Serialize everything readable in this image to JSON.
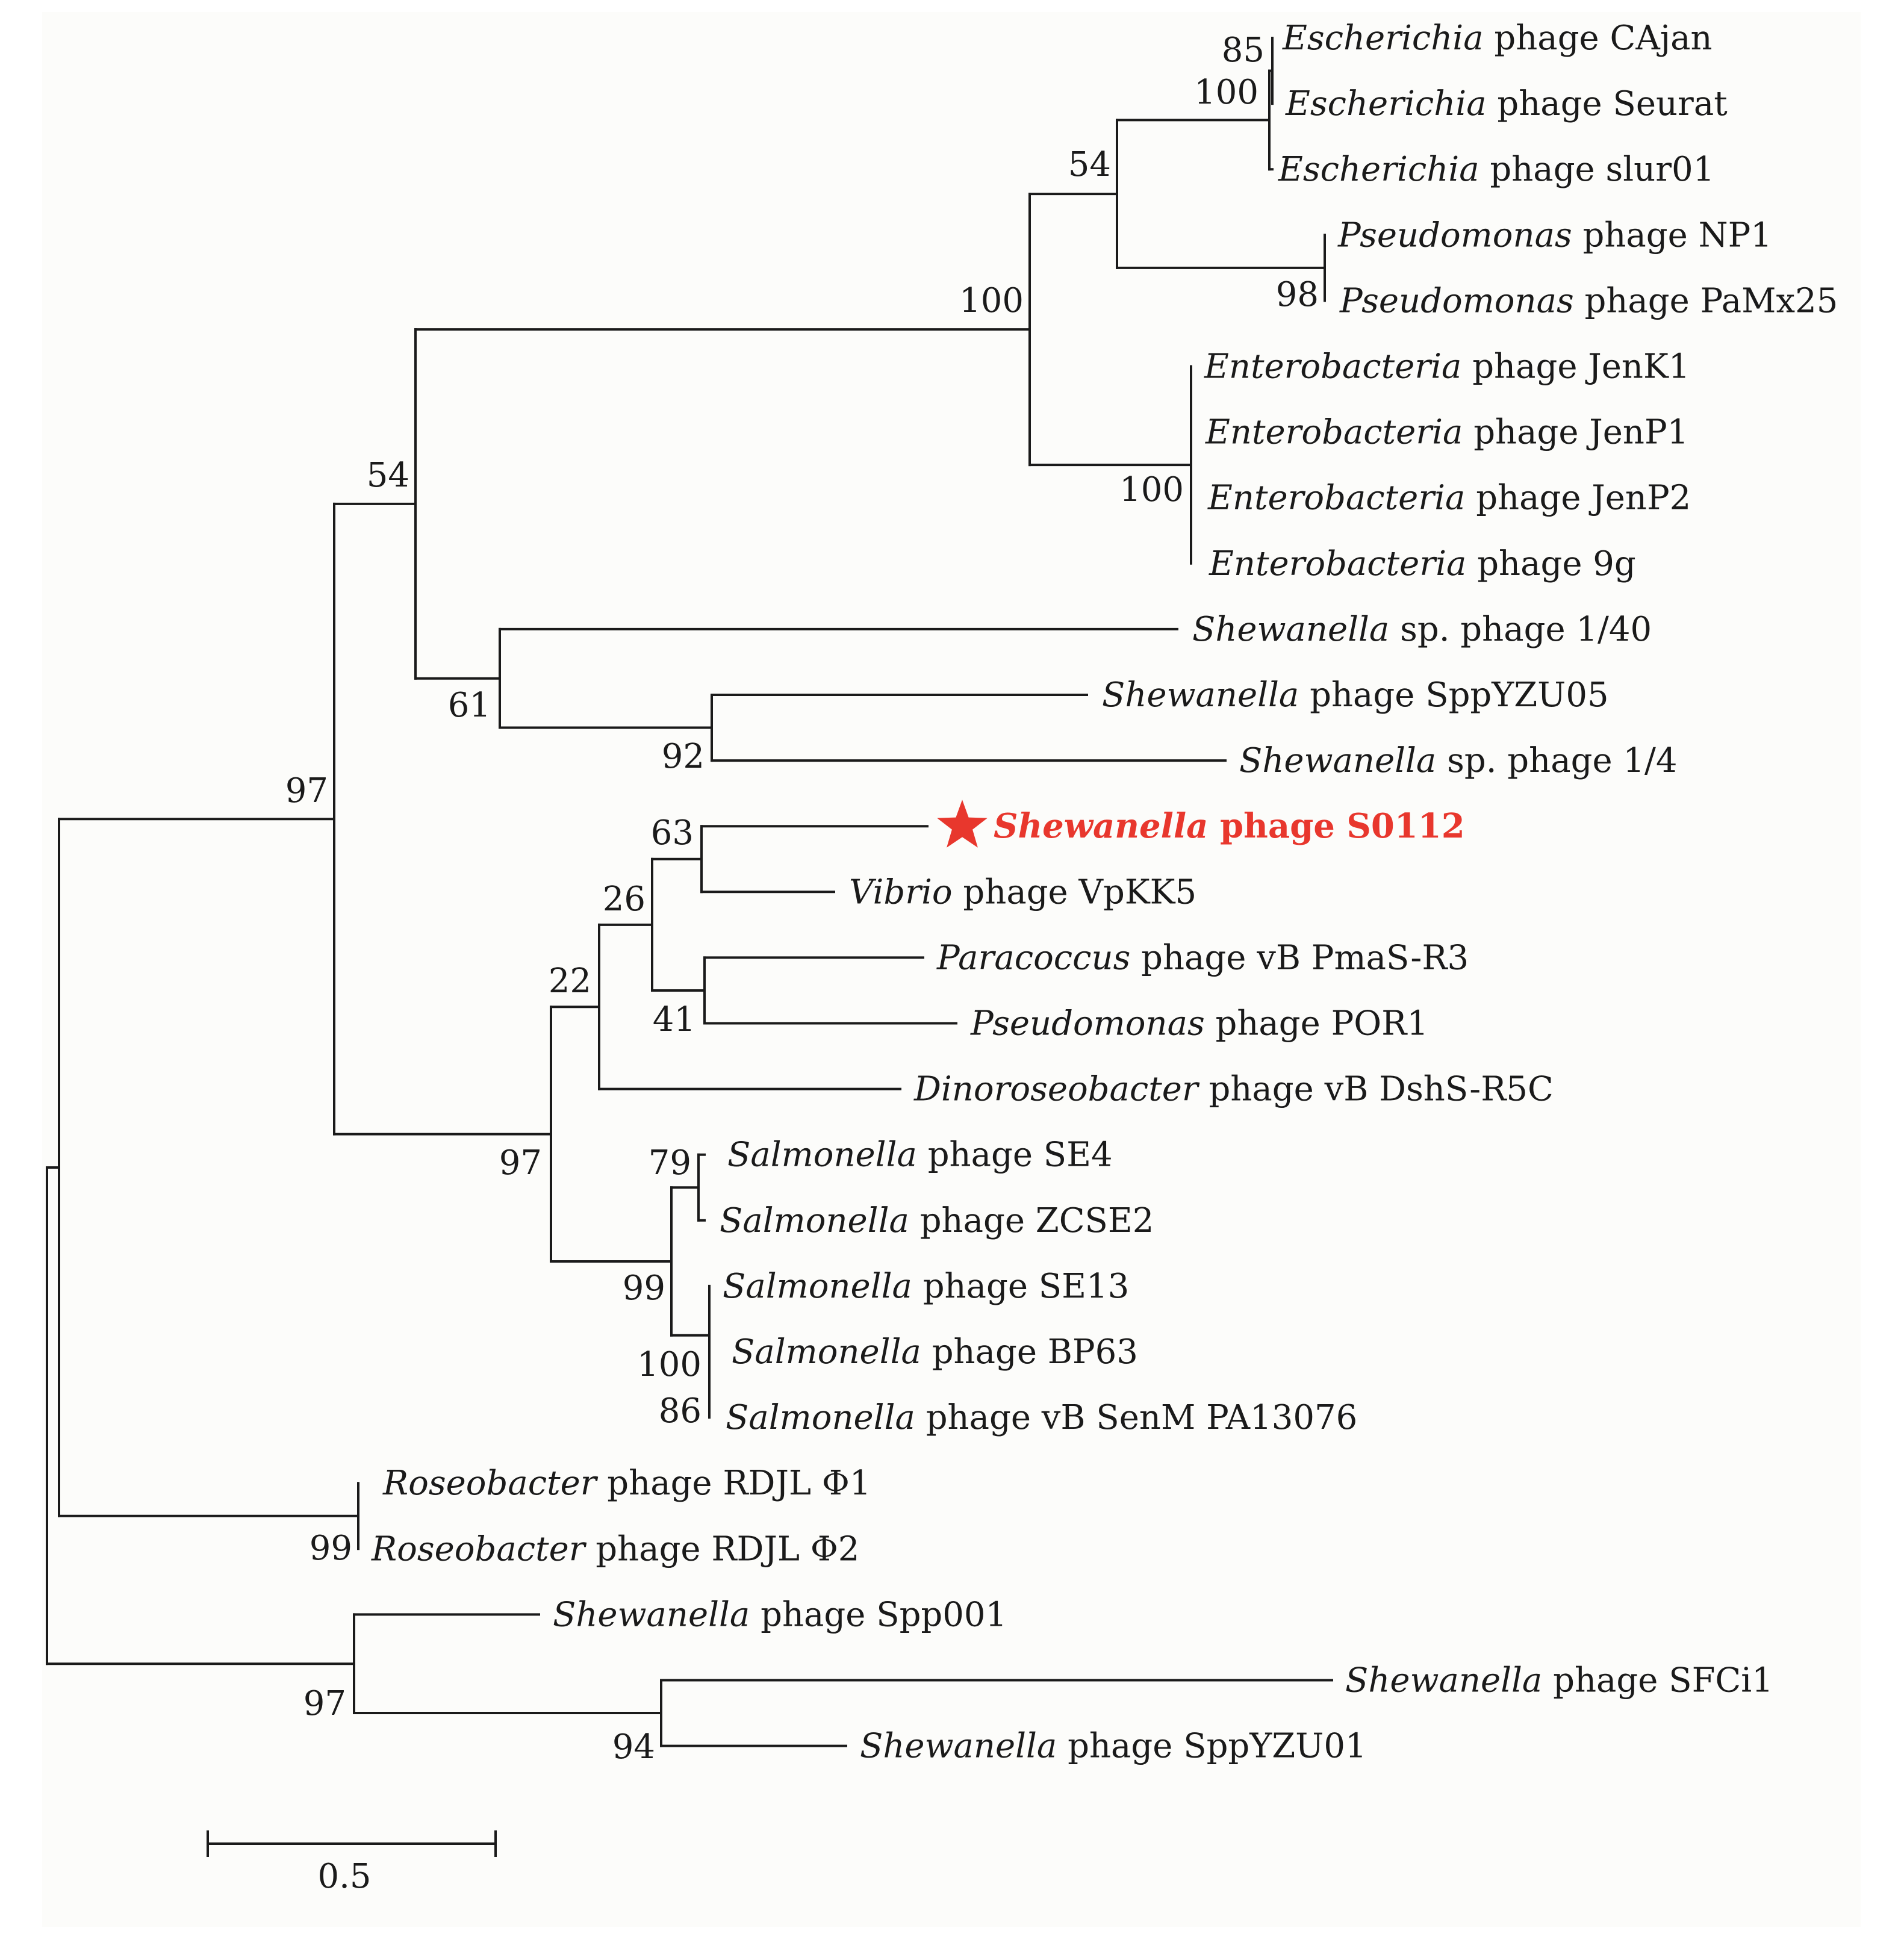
{
  "tree": {
    "highlight_color": "#e8372d",
    "highlight_marker": "star-icon",
    "taxa": [
      {
        "id": "t1",
        "genus": "Escherichia",
        "rest": "phage CAjan"
      },
      {
        "id": "t2",
        "genus": "Escherichia",
        "rest": "phage Seurat"
      },
      {
        "id": "t3",
        "genus": "Escherichia",
        "rest": "phage slur01"
      },
      {
        "id": "t4",
        "genus": "Pseudomonas",
        "rest": "phage NP1"
      },
      {
        "id": "t5",
        "genus": "Pseudomonas",
        "rest": "phage PaMx25"
      },
      {
        "id": "t6",
        "genus": "Enterobacteria",
        "rest": "phage JenK1"
      },
      {
        "id": "t7",
        "genus": "Enterobacteria",
        "rest": "phage JenP1"
      },
      {
        "id": "t8",
        "genus": "Enterobacteria",
        "rest": "phage JenP2"
      },
      {
        "id": "t9",
        "genus": "Enterobacteria",
        "rest": "phage 9g"
      },
      {
        "id": "t10",
        "genus": "Shewanella",
        "rest": "sp. phage 1/40"
      },
      {
        "id": "t11",
        "genus": "Shewanella",
        "rest": "phage SppYZU05"
      },
      {
        "id": "t12",
        "genus": "Shewanella",
        "rest": "sp. phage 1/4"
      },
      {
        "id": "t13",
        "genus": "Shewanella",
        "rest": "phage S0112",
        "highlight": true
      },
      {
        "id": "t14",
        "genus": "Vibrio",
        "rest": "phage VpKK5"
      },
      {
        "id": "t15",
        "genus": "Paracoccus",
        "rest": "phage vB PmaS-R3"
      },
      {
        "id": "t16",
        "genus": "Pseudomonas",
        "rest": "phage POR1"
      },
      {
        "id": "t17",
        "genus": "Dinoroseobacter",
        "rest": "phage vB DshS-R5C"
      },
      {
        "id": "t18",
        "genus": "Salmonella",
        "rest": "phage SE4"
      },
      {
        "id": "t19",
        "genus": "Salmonella",
        "rest": "phage ZCSE2"
      },
      {
        "id": "t20",
        "genus": "Salmonella",
        "rest": "phage SE13"
      },
      {
        "id": "t21",
        "genus": "Salmonella",
        "rest": "phage BP63"
      },
      {
        "id": "t22",
        "genus": "Salmonella",
        "rest": "phage vB SenM PA13076"
      },
      {
        "id": "t23",
        "genus": "Roseobacter",
        "rest": "phage RDJL Φ1"
      },
      {
        "id": "t24",
        "genus": "Roseobacter",
        "rest": "phage RDJL Φ2"
      },
      {
        "id": "t25",
        "genus": "Shewanella",
        "rest": "phage Spp001"
      },
      {
        "id": "t26",
        "genus": "Shewanella",
        "rest": "phage SFCi1"
      },
      {
        "id": "t27",
        "genus": "Shewanella",
        "rest": "phage SppYZU01"
      }
    ],
    "bootstrap": [
      {
        "node": "n_escher_a",
        "value": "85"
      },
      {
        "node": "n_escher",
        "value": "100"
      },
      {
        "node": "n_esc_pse",
        "value": "54"
      },
      {
        "node": "n_pseudo",
        "value": "98"
      },
      {
        "node": "n_big",
        "value": "100"
      },
      {
        "node": "n_entero",
        "value": "100"
      },
      {
        "node": "n_upper",
        "value": "54"
      },
      {
        "node": "n_shew3",
        "value": "61"
      },
      {
        "node": "n_shew2",
        "value": "92"
      },
      {
        "node": "n_root_a",
        "value": "97"
      },
      {
        "node": "n_s0112",
        "value": "63"
      },
      {
        "node": "n_para",
        "value": "41"
      },
      {
        "node": "n_c26",
        "value": "26"
      },
      {
        "node": "n_c22",
        "value": "22"
      },
      {
        "node": "n_c97",
        "value": "97"
      },
      {
        "node": "n_salm4",
        "value": "79"
      },
      {
        "node": "n_salm",
        "value": "99"
      },
      {
        "node": "n_salm3",
        "value": "100"
      },
      {
        "node": "n_salm2",
        "value": "86"
      },
      {
        "node": "n_roseo",
        "value": "99"
      },
      {
        "node": "n_shewb",
        "value": "97"
      },
      {
        "node": "n_shewb2",
        "value": "94"
      }
    ]
  },
  "scale_bar": {
    "value": 0.5,
    "label": "0.5"
  }
}
